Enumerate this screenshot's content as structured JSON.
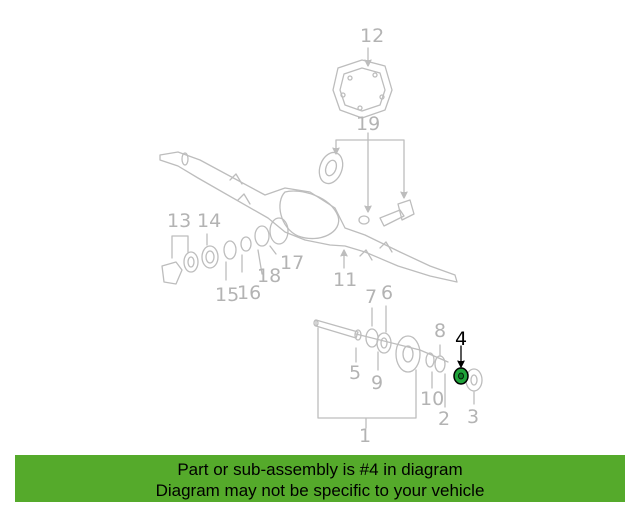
{
  "diagram": {
    "highlight_color": "#1fa33a",
    "line_color": "#bdbdbd",
    "labels": {
      "p1": "1",
      "p2": "2",
      "p3": "3",
      "p4": "4",
      "p5": "5",
      "p6": "6",
      "p7": "7",
      "p8": "8",
      "p9": "9",
      "p10": "10",
      "p11": "11",
      "p12": "12",
      "p13": "13",
      "p14": "14",
      "p15": "15",
      "p16": "16",
      "p17": "17",
      "p18": "18",
      "p19": "19"
    }
  },
  "banner": {
    "background": "#55aa2b",
    "line1": "Part or sub-assembly is #4 in diagram",
    "line2": "Diagram may not be specific to your vehicle"
  }
}
